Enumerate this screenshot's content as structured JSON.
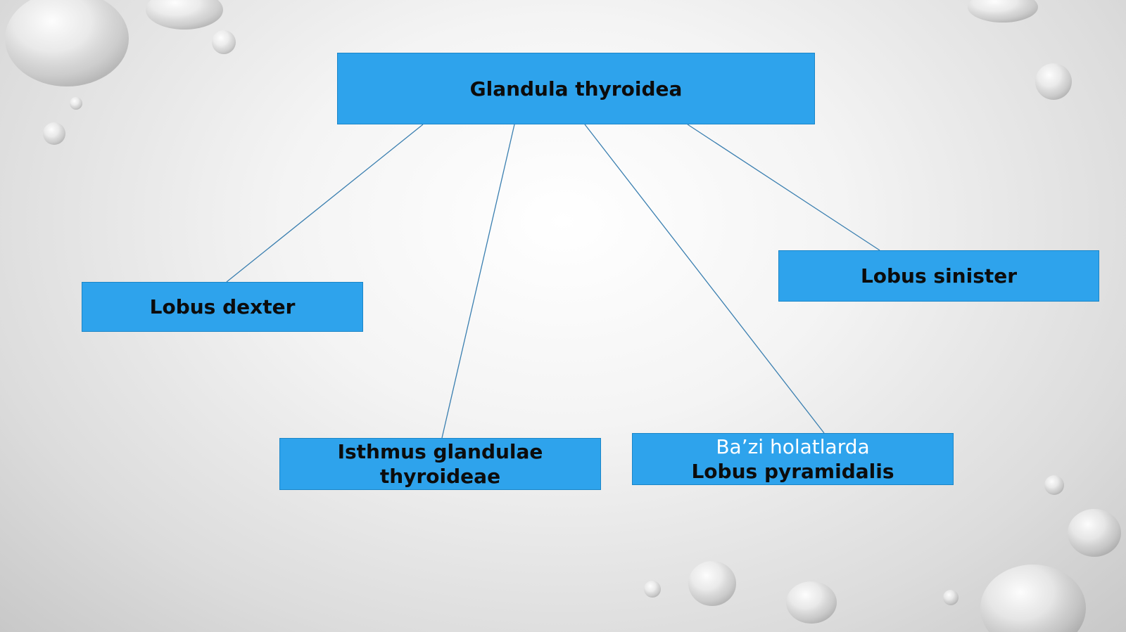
{
  "colors": {
    "node_fill": "#2ea3ec",
    "node_border": "#1b86c8",
    "connector": "#3a7fb0",
    "text_dark": "#0c0c0c",
    "text_light": "#ffffff"
  },
  "diagram": {
    "root": {
      "label": "Glandula thyroidea"
    },
    "children": [
      {
        "id": "dexter",
        "label": "Lobus dexter"
      },
      {
        "id": "isthmus",
        "label_line1": "Isthmus glandulae",
        "label_line2": "thyroideae"
      },
      {
        "id": "pyramidalis",
        "note": "Ba’zi holatlarda",
        "label": "Lobus pyramidalis"
      },
      {
        "id": "sinister",
        "label": "Lobus sinister"
      }
    ]
  }
}
